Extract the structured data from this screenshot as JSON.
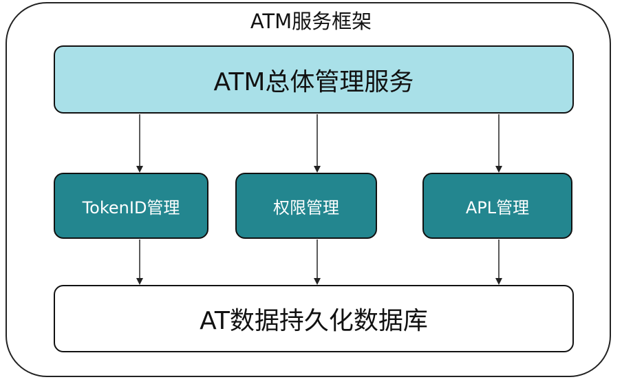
{
  "diagram": {
    "frame_title": "ATM服务框架",
    "top_service": "ATM总体管理服务",
    "modules": [
      "TokenID管理",
      "权限管理",
      "APL管理"
    ],
    "database": "AT数据持久化数据库"
  },
  "colors": {
    "top_fill": "#a9e0e8",
    "module_fill": "#23868f",
    "module_text": "#ffffff",
    "border": "#111111"
  }
}
